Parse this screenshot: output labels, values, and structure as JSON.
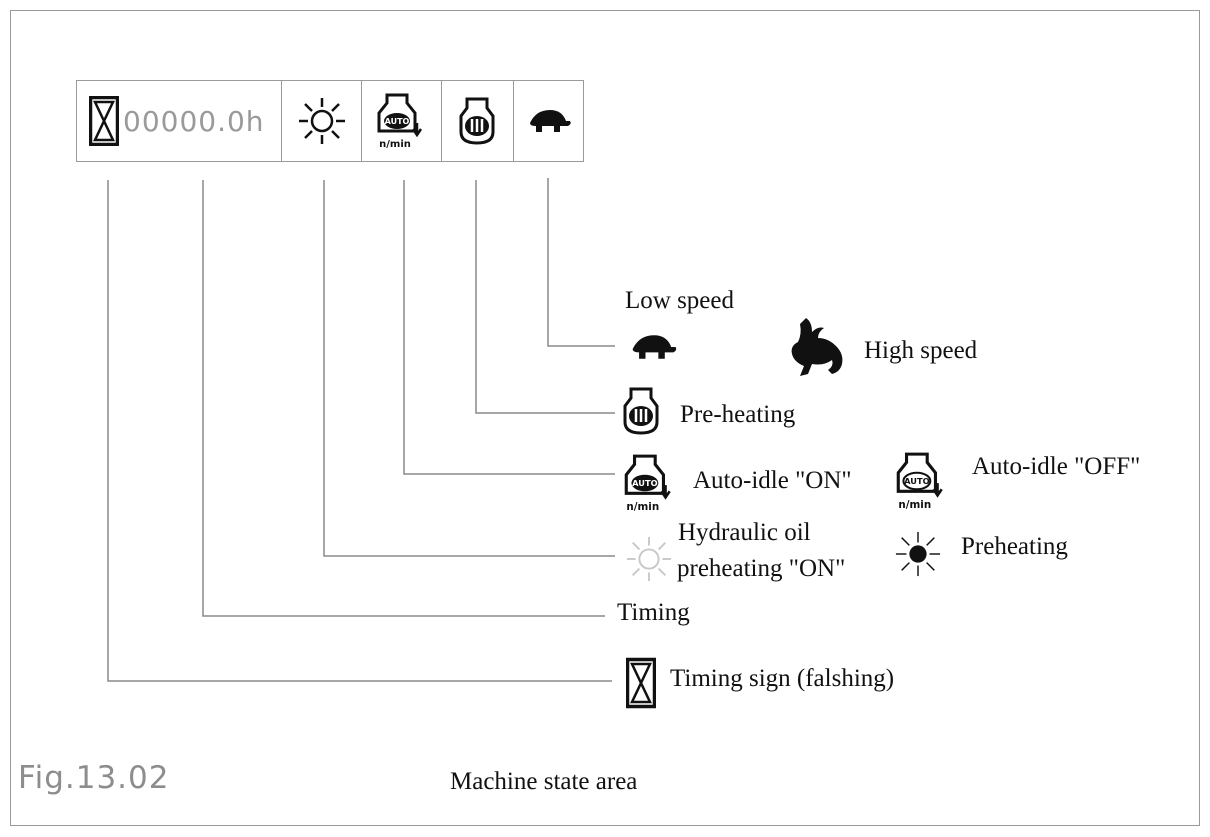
{
  "status_bar": {
    "hour_meter": "00000.0h",
    "slots": [
      {
        "icon": "hourglass-icon"
      },
      {
        "icon": "sun-icon"
      },
      {
        "icon": "auto-idle-icon",
        "badge": "AUTO",
        "unit": "n/min"
      },
      {
        "icon": "preheat-engine-icon"
      },
      {
        "icon": "turtle-icon"
      }
    ]
  },
  "labels": {
    "low_speed": "Low speed",
    "high_speed": "High speed",
    "pre_heating": "Pre-heating",
    "auto_idle_on": "Auto-idle \"ON\"",
    "auto_idle_off": "Auto-idle \"OFF\"",
    "hydraulic_line1": "Hydraulic oil",
    "hydraulic_line2": "preheating \"ON\"",
    "preheating": "Preheating",
    "timing": "Timing",
    "timing_sign": "Timing sign (falshing)"
  },
  "figure_number": "Fig.13.02",
  "caption": "Machine state area",
  "colors": {
    "frame": "#9a9a9a",
    "ink": "#111111",
    "faint": "#c8c8c8"
  }
}
